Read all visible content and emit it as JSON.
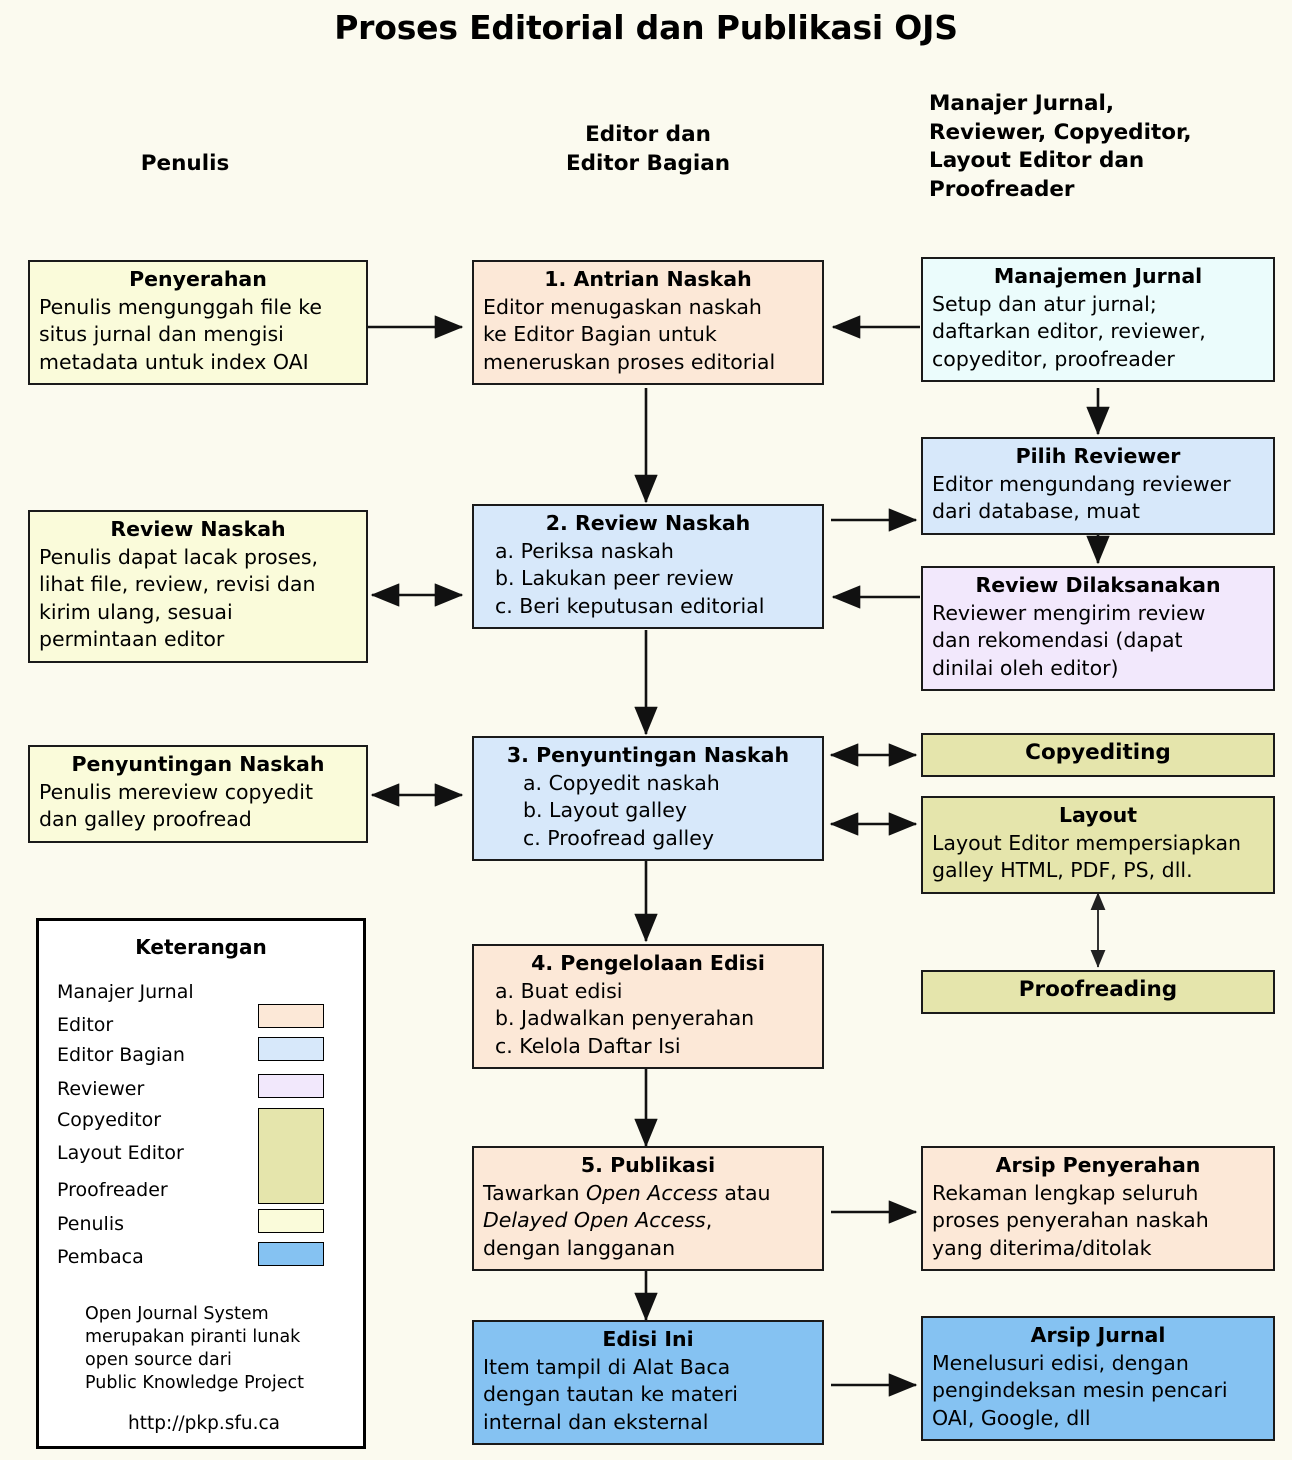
{
  "page": {
    "title": "Proses Editorial dan Publikasi OJS",
    "background": "#fbfaef"
  },
  "colors": {
    "editor": "#fce8d7",
    "editor_bagian": "#d7e8fa",
    "reviewer": "#f2e8fc",
    "copyeditor": "#e5e5ac",
    "penulis": "#fafbda",
    "pembaca": "#85c2f2",
    "manajer_jurnal": "#ebfcfc",
    "border": "#1a1a1a"
  },
  "columns": [
    {
      "id": "penulis",
      "label": "Penulis"
    },
    {
      "id": "editor",
      "label": "Editor dan\nEditor Bagian"
    },
    {
      "id": "manajer",
      "label": "Manajer Jurnal,\nReviewer, Copyeditor,\nLayout Editor dan\nProofreader"
    }
  ],
  "boxes": {
    "penyerahan": {
      "title": "Penyerahan",
      "body": "Penulis mengunggah file ke situs jurnal dan mengisi metadata untuk index OAI",
      "lines": [
        "Penulis mengunggah file ke",
        "situs jurnal dan mengisi",
        "metadata untuk index OAI"
      ]
    },
    "antrian_naskah": {
      "title": "1. Antrian Naskah",
      "lines": [
        "Editor menugaskan naskah",
        "ke Editor Bagian untuk",
        "meneruskan proses editorial"
      ]
    },
    "manajemen_jurnal": {
      "title": "Manajemen Jurnal",
      "lines": [
        "Setup dan atur jurnal;",
        "daftarkan editor, reviewer,",
        "copyeditor, proofreader"
      ]
    },
    "pilih_reviewer": {
      "title": "Pilih Reviewer",
      "lines": [
        "Editor mengundang reviewer",
        "dari database, muat"
      ]
    },
    "review_naskah_penulis": {
      "title": "Review Naskah",
      "lines": [
        "Penulis dapat lacak proses,",
        "lihat file, review, revisi dan",
        "kirim ulang, sesuai",
        "permintaan editor"
      ]
    },
    "review_naskah": {
      "title": "2. Review Naskah",
      "lines": [
        "a. Periksa naskah",
        "b. Lakukan peer review",
        "c. Beri keputusan editorial"
      ]
    },
    "review_dilaksanakan": {
      "title": "Review Dilaksanakan",
      "lines": [
        "Reviewer mengirim review",
        "dan rekomendasi (dapat",
        "dinilai oleh editor)"
      ]
    },
    "penyuntingan_penulis": {
      "title": "Penyuntingan Naskah",
      "lines": [
        "Penulis mereview copyedit",
        "dan galley proofread"
      ]
    },
    "penyuntingan_naskah": {
      "title": "3. Penyuntingan Naskah",
      "lines": [
        "a. Copyedit naskah",
        "b. Layout galley",
        "c. Proofread galley"
      ]
    },
    "copyediting": {
      "title": "Copyediting"
    },
    "layout": {
      "title": "Layout",
      "lines": [
        "Layout Editor mempersiapkan",
        "galley HTML, PDF, PS, dll."
      ]
    },
    "proofreading": {
      "title": "Proofreading"
    },
    "pengelolaan_edisi": {
      "title": "4. Pengelolaan Edisi",
      "lines": [
        "a. Buat edisi",
        "b. Jadwalkan penyerahan",
        "c. Kelola Daftar Isi"
      ]
    },
    "publikasi": {
      "title": "5. Publikasi",
      "line1_a": "Tawarkan ",
      "line1_i": "Open Access",
      "line1_b": " atau",
      "line2_i": "Delayed Open Access",
      "line2_b": ",",
      "line3": "dengan langganan"
    },
    "arsip_penyerahan": {
      "title": "Arsip Penyerahan",
      "lines": [
        "Rekaman lengkap seluruh",
        "proses penyerahan naskah",
        "yang diterima/ditolak"
      ]
    },
    "edisi_ini": {
      "title": "Edisi Ini",
      "lines": [
        "Item tampil di Alat Baca",
        "dengan tautan ke materi",
        "internal dan eksternal"
      ]
    },
    "arsip_jurnal": {
      "title": "Arsip Jurnal",
      "lines": [
        "Menelusuri edisi, dengan",
        "pengindeksan mesin pencari",
        "OAI, Google, dll"
      ]
    }
  },
  "legend": {
    "title": "Keterangan",
    "items": [
      {
        "label": "Manajer Jurnal",
        "color": "#ebfcfc"
      },
      {
        "label": "Editor",
        "color": "#fce8d7"
      },
      {
        "label": "Editor Bagian",
        "color": "#d7e8fa"
      },
      {
        "label": "Reviewer",
        "color": "#f2e8fc"
      },
      {
        "label": "Copyeditor",
        "color": "#e5e5ac"
      },
      {
        "label": "Layout Editor",
        "color": "#e5e5ac"
      },
      {
        "label": "Proofreader",
        "color": "#e5e5ac"
      },
      {
        "label": "Penulis",
        "color": "#fafbda"
      },
      {
        "label": "Pembaca",
        "color": "#85c2f2"
      }
    ],
    "note": "Open Journal System\nmerupakan piranti lunak\nopen source dari\nPublic Knowledge Project",
    "note_lines": [
      "Open Journal System",
      "merupakan piranti lunak",
      "open source dari",
      "Public Knowledge Project"
    ],
    "url": "http://pkp.sfu.ca"
  }
}
